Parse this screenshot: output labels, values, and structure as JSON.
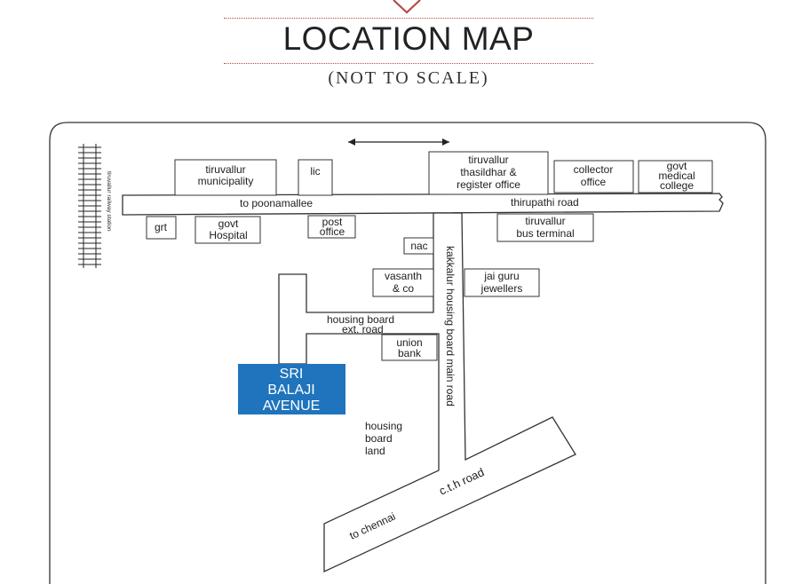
{
  "header": {
    "title": "LOCATION MAP",
    "subtitle": "(NOT TO SCALE)"
  },
  "map": {
    "railway_label": "tiruvallur railway station",
    "roads": {
      "to_poonamallee": "to poonamallee",
      "thirupathi_road": "thirupathi road",
      "kakkalur_road": "kakkalur housing board main road",
      "housing_board_ext_1": "housing board",
      "housing_board_ext_2": "ext. road",
      "cth_road": "c.t.h road",
      "to_chennai": "to chennai"
    },
    "landmarks": {
      "municipality_1": "tiruvallur",
      "municipality_2": "municipality",
      "lic": "lic",
      "thasildhar_1": "tiruvallur",
      "thasildhar_2": "thasildhar &",
      "thasildhar_3": "register office",
      "collector_1": "collector",
      "collector_2": "office",
      "medical_1": "govt",
      "medical_2": "medical",
      "medical_3": "college",
      "grt": "grt",
      "hospital_1": "govt",
      "hospital_2": "Hospital",
      "post_1": "post",
      "post_2": "office",
      "nac": "nac",
      "bus_1": "tiruvallur",
      "bus_2": "bus terminal",
      "vasanth_1": "vasanth",
      "vasanth_2": "& co",
      "jaiguru_1": "jai guru",
      "jaiguru_2": "jewellers",
      "union_1": "union",
      "union_2": "bank",
      "land_1": "housing",
      "land_2": "board",
      "land_3": "land"
    },
    "highlight": {
      "line1": "SRI",
      "line2": "BALAJI",
      "line3": "AVENUE",
      "color": "#1f74bd"
    },
    "accent_color": "#b84a4a"
  }
}
